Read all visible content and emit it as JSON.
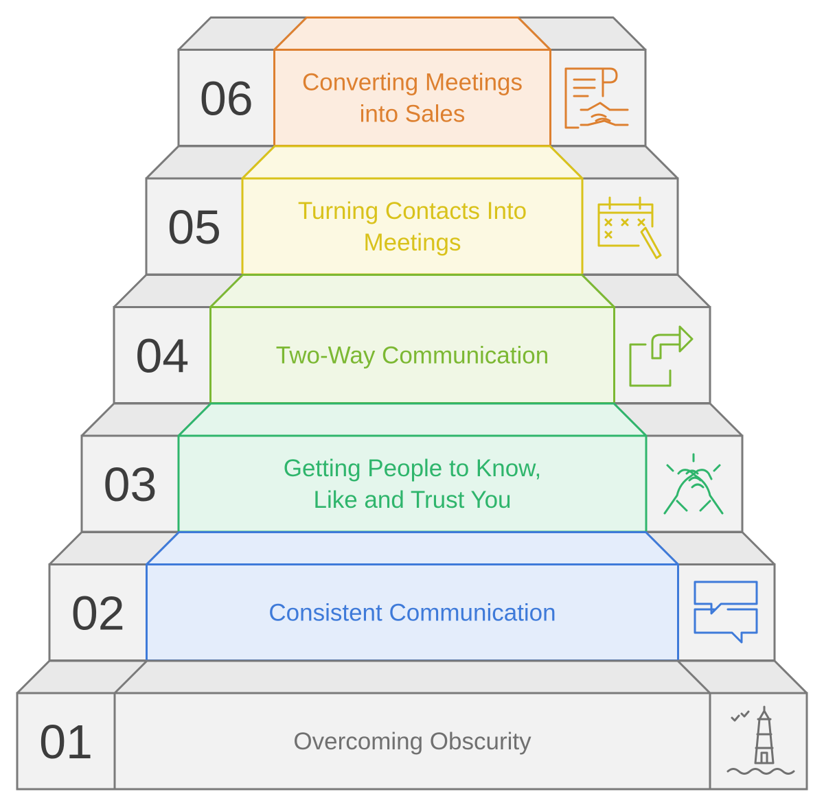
{
  "steps": [
    {
      "number": "01",
      "lines": [
        "Overcoming Obscurity"
      ],
      "icon": "lighthouse-icon",
      "color": "#707070",
      "fill": "#f2f2f2"
    },
    {
      "number": "02",
      "lines": [
        "Consistent Communication"
      ],
      "icon": "chat-bubbles-icon",
      "color": "#3e7ad9",
      "fill": "#e4edfb"
    },
    {
      "number": "03",
      "lines": [
        "Getting People to Know,",
        "Like and Trust You"
      ],
      "icon": "handshake-icon",
      "color": "#2fb56c",
      "fill": "#e4f6ec"
    },
    {
      "number": "04",
      "lines": [
        "Two-Way Communication"
      ],
      "icon": "share-arrow-icon",
      "color": "#7cb833",
      "fill": "#f0f7e5"
    },
    {
      "number": "05",
      "lines": [
        "Turning Contacts Into",
        "Meetings"
      ],
      "icon": "calendar-pen-icon",
      "color": "#d9c21b",
      "fill": "#fcf9e2"
    },
    {
      "number": "06",
      "lines": [
        "Converting Meetings",
        "into Sales"
      ],
      "icon": "contract-handshake-icon",
      "color": "#dd8030",
      "fill": "#fcecdf"
    }
  ]
}
